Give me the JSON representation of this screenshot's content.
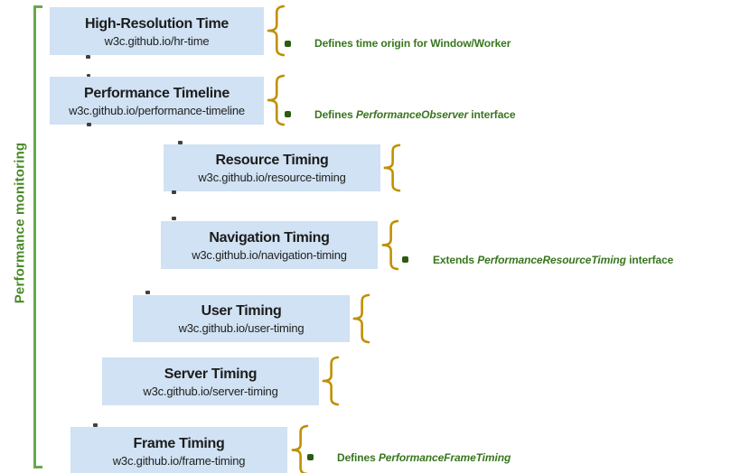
{
  "colors": {
    "box_fill": "#d0e2f3",
    "brace_gold": "#bf9000",
    "bracket_green": "#6aa84f",
    "label_green": "#4a8a28",
    "note_green": "#38761d",
    "bullet_green": "#2d5b11",
    "box_text": "#1c1c1c",
    "background": "#ffffff"
  },
  "sidebar": {
    "label": "Performance monitoring"
  },
  "specs": [
    {
      "title": "High-Resolution Time",
      "url": "w3c.github.io/hr-time",
      "note": {
        "prefix": "Defines time origin for Window/Worker",
        "italic": "",
        "suffix": ""
      }
    },
    {
      "title": "Performance Timeline",
      "url": "w3c.github.io/performance-timeline",
      "note": {
        "prefix": "Defines ",
        "italic": "PerformanceObserver",
        "suffix": " interface"
      }
    },
    {
      "title": "Resource Timing",
      "url": "w3c.github.io/resource-timing",
      "note": null
    },
    {
      "title": "Navigation Timing",
      "url": "w3c.github.io/navigation-timing",
      "note": {
        "prefix": "Extends ",
        "italic": "PerformanceResourceTiming",
        "suffix": " interface"
      }
    },
    {
      "title": "User Timing",
      "url": "w3c.github.io/user-timing",
      "note": null
    },
    {
      "title": "Server Timing",
      "url": "w3c.github.io/server-timing",
      "note": null
    },
    {
      "title": "Frame Timing",
      "url": "w3c.github.io/frame-timing",
      "note": {
        "prefix": "Defines ",
        "italic": "PerformanceFrameTiming",
        "suffix": ""
      }
    }
  ]
}
